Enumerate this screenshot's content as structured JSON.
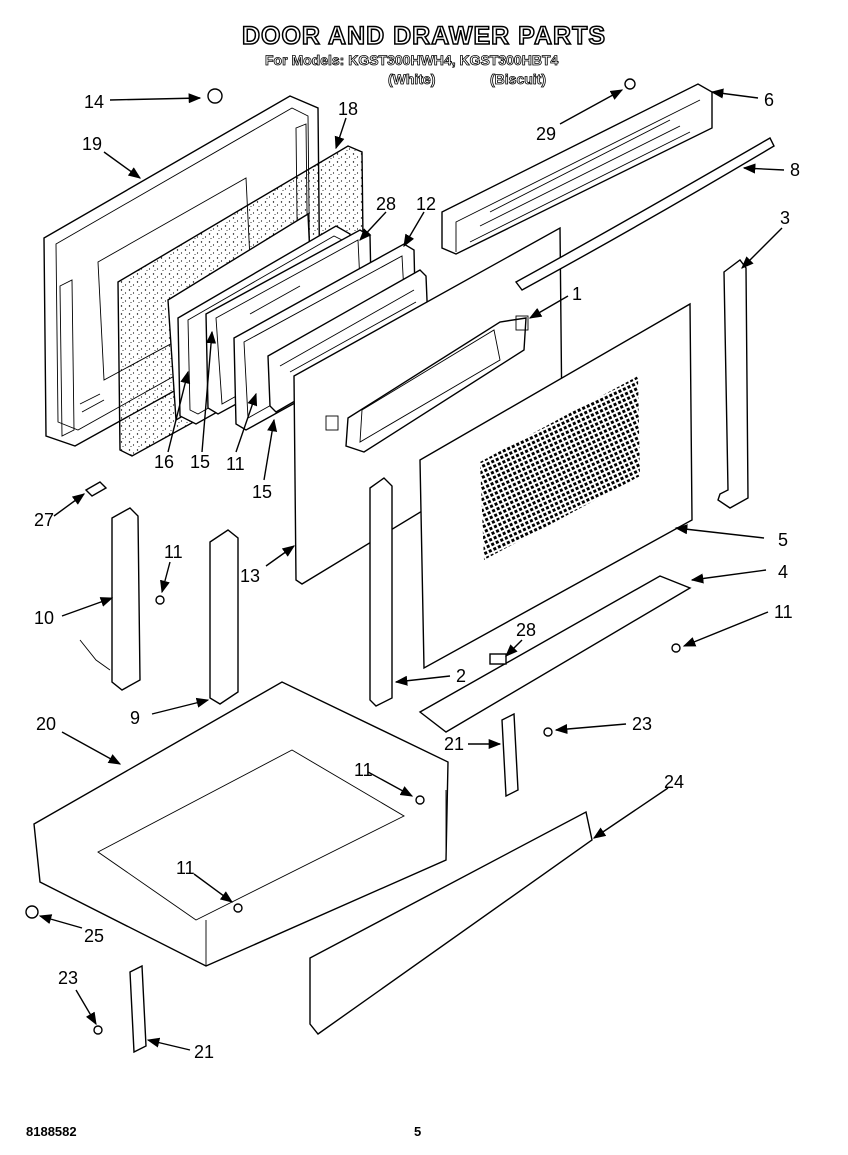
{
  "header": {
    "title": "DOOR AND DRAWER PARTS",
    "models_line": "For Models: KGST300HWH4, KGST300HBT4",
    "variant_white": "(White)",
    "variant_biscuit": "(Biscuit)"
  },
  "footer": {
    "document_number": "8188582",
    "page_number": "5"
  },
  "callouts": {
    "c14": "14",
    "c19": "19",
    "c18": "18",
    "c28a": "28",
    "c12": "12",
    "c29": "29",
    "c6": "6",
    "c8": "8",
    "c3": "3",
    "c1": "1",
    "c16": "16",
    "c15a": "15",
    "c11a": "11",
    "c15b": "15",
    "c27": "27",
    "c11b": "11",
    "c10": "10",
    "c13": "13",
    "c5": "5",
    "c4": "4",
    "c11c": "11",
    "c28b": "28",
    "c2": "2",
    "c9": "9",
    "c20": "20",
    "c11d": "11",
    "c21a": "21",
    "c23a": "23",
    "c24": "24",
    "c11e": "11",
    "c25": "25",
    "c23b": "23",
    "c21b": "21"
  }
}
